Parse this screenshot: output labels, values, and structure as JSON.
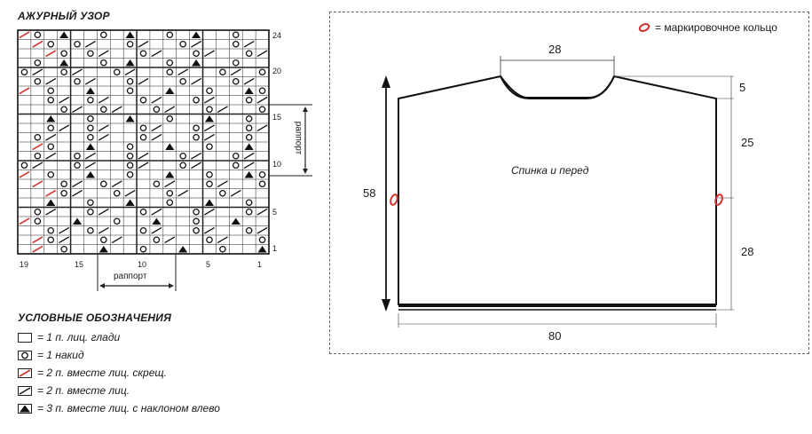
{
  "chart": {
    "title": "АЖУРНЫЙ УЗОР",
    "row_labels": [
      {
        "row": 24,
        "text": "24"
      },
      {
        "row": 20,
        "text": "20"
      },
      {
        "row": 15,
        "text": "15"
      },
      {
        "row": 10,
        "text": "10"
      },
      {
        "row": 5,
        "text": "5"
      },
      {
        "row": 1,
        "text": "1"
      }
    ],
    "col_labels": [
      {
        "col": 19,
        "text": "19"
      },
      {
        "col": 15,
        "text": "15"
      },
      {
        "col": 10,
        "text": "10"
      },
      {
        "col": 5,
        "text": "5"
      },
      {
        "col": 1,
        "text": "1"
      }
    ],
    "rapport_label": "раппорт",
    "vertical_rapport_label": "раппорт",
    "pattern_rows": [
      "RO.T..O.T..O.T..O..",
      ".RO.O/..O/..O/..O/.",
      "..RO.O/..O/..O/..O/",
      ".O.T..O.T..O.T..O..",
      "O/.O/..O/..O/..O/.O",
      ".O/.O/..O/..O/..O/.",
      "R.O..T..O..T..O..TO",
      "..O/.O/..O/..O/..O/",
      "...O/.O/..O/..O/..O",
      "..T..O..T..O..T..O.",
      "..O/.O/..O/..O/..O/",
      ".O/..O/..O/..O/..O.",
      ".RO..T..O..T..O..T.",
      ".O/.O/..O/..O/..O/.",
      "O/..O/..O/..O/..O/.",
      "R.O..T..O..T..O..TO",
      ".R.O/.O/..O/..O/..O",
      "..RO/..O/..O/..O/..",
      "..T..O..T..O..T..O.",
      ".O/..O/..O/..O/..O/",
      "RO..T..O..T..O..T..",
      "..O/.O/..O/..O/..O/",
      ".RO/..O/..O/..O/..O",
      ".R.O..T..O..T..O..T"
    ]
  },
  "legend": {
    "title": "УСЛОВНЫЕ ОБОЗНАЧЕНИЯ",
    "items": [
      {
        "symbol": "blank",
        "text": "= 1 п. лиц. глади"
      },
      {
        "symbol": "yarn-over",
        "text": "= 1 накид"
      },
      {
        "symbol": "red-slash",
        "text": "= 2 п. вместе лиц. скрещ."
      },
      {
        "symbol": "black-slash",
        "text": "= 2 п. вместе лиц."
      },
      {
        "symbol": "triangle",
        "text": "= 3 п. вместе лиц. с наклоном влево"
      }
    ]
  },
  "schematic": {
    "marker_legend": "= маркировочное кольцо",
    "panel_label": "Спинка и перед",
    "dimensions": {
      "neck_width": "28",
      "shoulder_drop": "5",
      "armhole_depth": "25",
      "lower_height": "28",
      "total_height": "58",
      "width": "80"
    },
    "colors": {
      "marker": "#d2322d",
      "line": "#111111",
      "dashed_border": "#666666"
    }
  }
}
